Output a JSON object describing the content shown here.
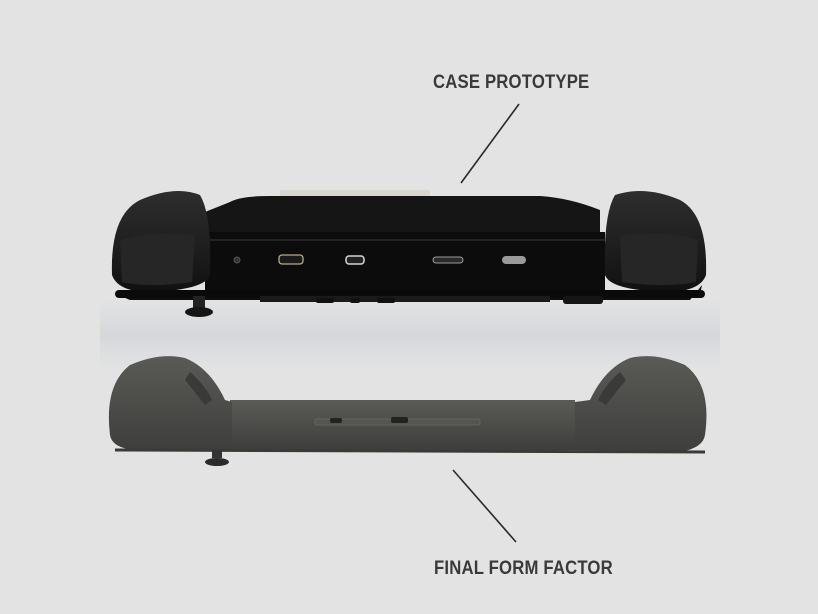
{
  "labels": {
    "top": "CASE PROTOTYPE",
    "bottom": "FINAL FORM FACTOR"
  },
  "colors": {
    "background": "#e3e3e3",
    "label_text": "#3a3a3a",
    "prototype_body": "#121212",
    "final_body": "#4a4a48"
  },
  "prototype_ports": [
    "headphone-jack",
    "hdmi-port",
    "micro-usb-port",
    "sd-card-slot",
    "usb-c-port"
  ]
}
